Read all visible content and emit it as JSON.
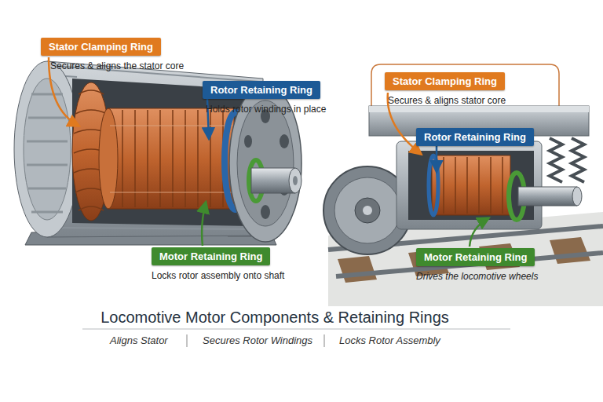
{
  "diagram": {
    "title": "Locomotive Motor Components & Retaining Rings",
    "nodes": [
      {
        "text": [
          "Stator Clamping Ring",
          "Secures & aligns the stator core"
        ]
      },
      {
        "text": [
          "Rotor Retaining Ring",
          "Holds rotor windings in place"
        ]
      },
      {
        "text": [
          "Motor Retaining Ring",
          "Locks rotor assembly onto shaft"
        ]
      },
      {
        "text": [
          "Stator Clamping Ring",
          "Secures & aligns stator core"
        ]
      },
      {
        "text": [
          "Rotor Retaining Ring"
        ]
      },
      {
        "text": [
          "Motor Retaining Ring",
          "Drives the locomotive wheels"
        ]
      }
    ],
    "labels": [
      "Aligns Stator",
      "Secures Rotor Windings",
      "Locks Rotor Assembly"
    ]
  }
}
